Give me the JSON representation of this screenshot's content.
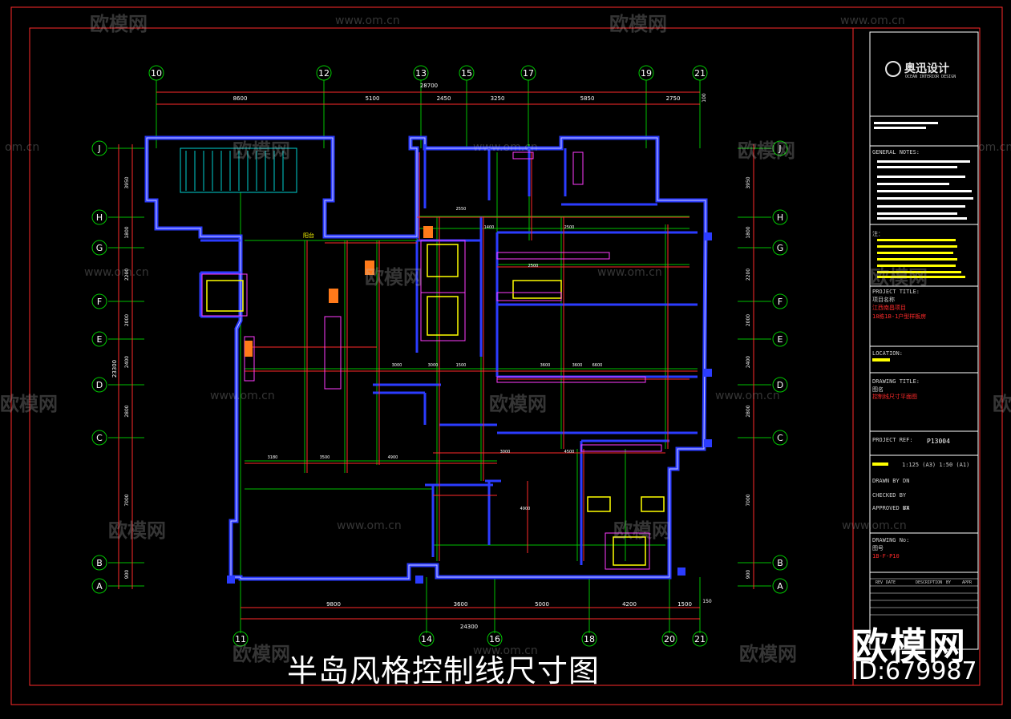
{
  "drawing": {
    "title": "半岛风格控制线尺寸图",
    "grid_top": [
      "10",
      "12",
      "13",
      "15",
      "17",
      "19",
      "21"
    ],
    "grid_bottom": [
      "11",
      "14",
      "16",
      "18",
      "20",
      "21"
    ],
    "grid_rows": [
      "J",
      "H",
      "G",
      "F",
      "E",
      "D",
      "C",
      "B",
      "A"
    ],
    "dims_top_total": "28700",
    "dims_top": [
      "8600",
      "5100",
      "2450",
      "3250",
      "5850",
      "2750"
    ],
    "dims_bottom_total": "24300",
    "dims_bottom": [
      "9800",
      "3600",
      "5000",
      "4200",
      "1500"
    ],
    "dims_left": [
      "3950",
      "1800",
      "2200",
      "2000",
      "2400",
      "2800",
      "7000",
      "900"
    ],
    "dims_left_total": "23300",
    "dims_right": [
      "3950",
      "1800",
      "2200",
      "2000",
      "2400",
      "2800",
      "7000",
      "900"
    ],
    "dim_edge_top": "100",
    "dim_edge_bottom": "150",
    "interior_dims": [
      "2550",
      "1400",
      "3000",
      "3000",
      "1500",
      "3600",
      "3600",
      "2500",
      "2500",
      "6600",
      "3180",
      "3500",
      "4900",
      "4500",
      "3000",
      "4900"
    ],
    "room_tag": "阳台",
    "colors": {
      "wall": "#2b3cff",
      "grid": "#00c800",
      "dim": "#ff2a2a",
      "frame": "#ff2a2a",
      "fixture": "#ffff00",
      "accent": "#ff3bff"
    }
  },
  "title_block": {
    "logo": "奥迅设计",
    "logo_sub": "OCEAN INTERIOR DESIGN",
    "general_notes": "GENERAL NOTES:",
    "notes_cn": "注：",
    "project_title": "PROJECT TITLE:",
    "project_title_cn": "项目名称",
    "project_name": "江西南昌项目",
    "project_sub": "18栋1B-1户型样板房",
    "location": "LOCATION:",
    "drawing_title": "DRAWING TITLE:",
    "drawing_title_cn": "图名",
    "drawing_name": "控制线尺寸平面图",
    "project_ref": "PROJECT REF:",
    "project_ref_value": "P13004",
    "scale": "1:125  (A3)  1:50  (A1)",
    "drawn_by": "DRAWN BY",
    "drawn_by_value": "DN",
    "checked_by": "CHECKED BY",
    "approved_by": "APPROVED BY",
    "approved_by_value": "VA",
    "drawing_no": "DRAWING No:",
    "drawing_no_cn": "图号",
    "drawing_no_value": "1B-F-P10",
    "rev_headers": [
      "REV",
      "DATE",
      "DESCRIPTION",
      "BY",
      "APPR"
    ]
  },
  "watermark": {
    "brand": "欧模网",
    "url": "www.om.cn",
    "url_cut": "om.cn",
    "id": "ID:679987"
  }
}
